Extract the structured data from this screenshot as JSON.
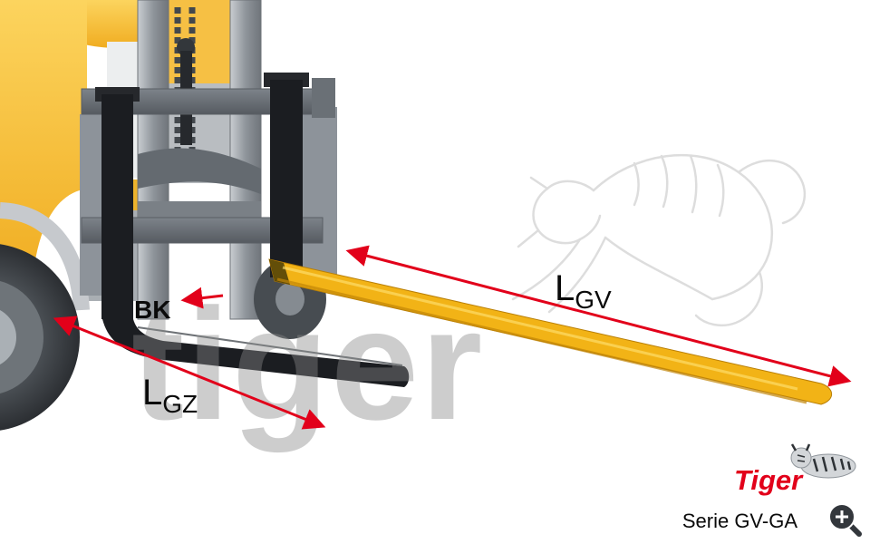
{
  "diagram": {
    "dimension_labels": {
      "bk": "BK",
      "lgz": {
        "symbol": "L",
        "subscript": "GZ"
      },
      "lgv": {
        "symbol": "L",
        "subscript": "GV"
      }
    },
    "watermark": {
      "text": "tiger"
    },
    "branding": {
      "logo_text": "Tiger",
      "series_label": "Serie GV-GA"
    },
    "icons": {
      "zoom": "zoom-plus-icon",
      "tiger_watermark": "tiger-outline-watermark",
      "tiger_logo": "tiger-mascot-icon"
    },
    "colors": {
      "dimension_red": "#e2001a",
      "extension_yellow": "#f2b316",
      "forklift_yellow": "#f9c74a",
      "fork_black": "#1b1d21",
      "logo_red": "#e2001a",
      "watermark_gray": "#8a8a8a",
      "text_black": "#0a0a0a"
    }
  }
}
